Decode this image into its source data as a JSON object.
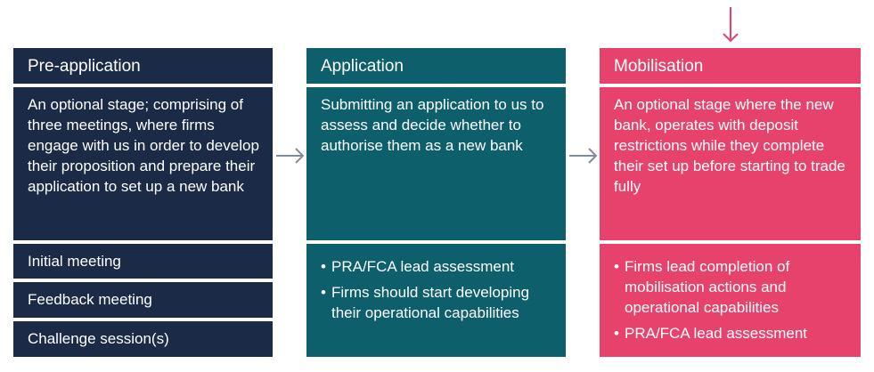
{
  "colors": {
    "navy": "#1b2a47",
    "teal": "#0d5f6c",
    "pink": "#e7426b",
    "arrow": "#7f8c99",
    "down_arrow": "#e7426b"
  },
  "stages": [
    {
      "title": "Pre-application",
      "description": "An optional stage; comprising of three meetings, where firms engage with us in order to develop their proposition and prepare their application to set up a new bank",
      "meetings": [
        "Initial meeting",
        "Feedback meeting",
        "Challenge session(s)"
      ]
    },
    {
      "title": "Application",
      "description": "Submitting an application to us to assess and decide whether to authorise them as a new bank",
      "bullets": [
        "PRA/FCA lead assessment",
        "Firms should start developing their operational capabilities"
      ]
    },
    {
      "title": "Mobilisation",
      "description": "An optional stage where the new bank, operates with deposit restrictions while they complete their set up before starting to trade fully",
      "bullets": [
        "Firms lead completion of mobilisation actions and operational capabilities",
        "PRA/FCA lead assessment"
      ]
    }
  ],
  "icons": {
    "flow_arrow": "arrow-right-icon",
    "marker": "arrow-down-icon"
  }
}
